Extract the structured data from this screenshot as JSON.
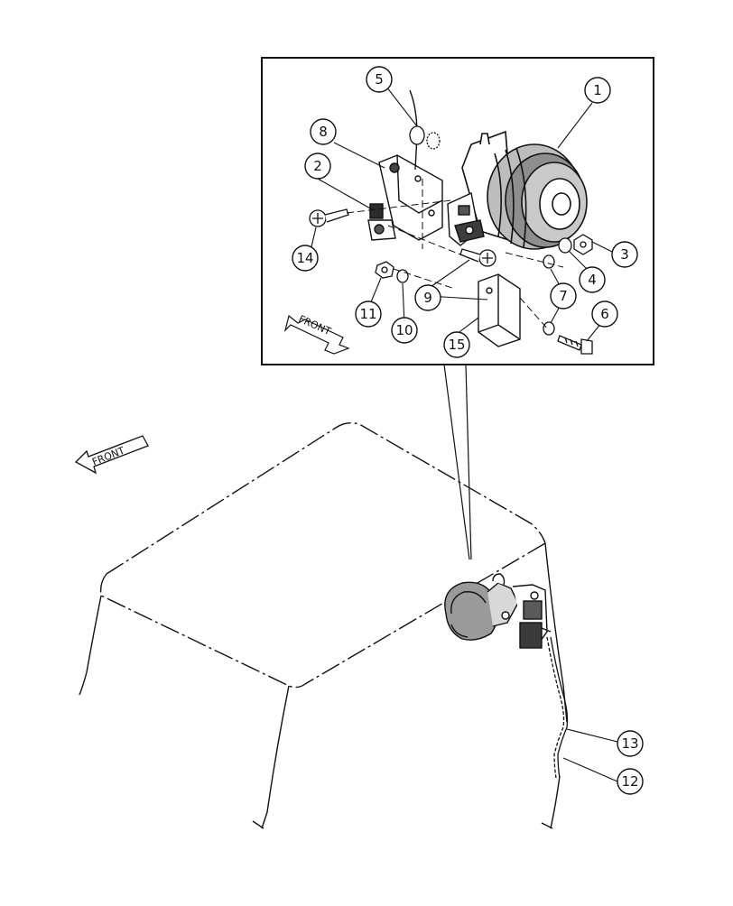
{
  "diagram": {
    "callouts": [
      "1",
      "2",
      "3",
      "4",
      "5",
      "6",
      "7",
      "8",
      "9",
      "10",
      "11",
      "12",
      "13",
      "14",
      "15"
    ],
    "front_label_inset": "FRONT",
    "front_label_main": "FRONT"
  },
  "colors": {
    "ink": "#111111",
    "paper": "#ffffff"
  }
}
